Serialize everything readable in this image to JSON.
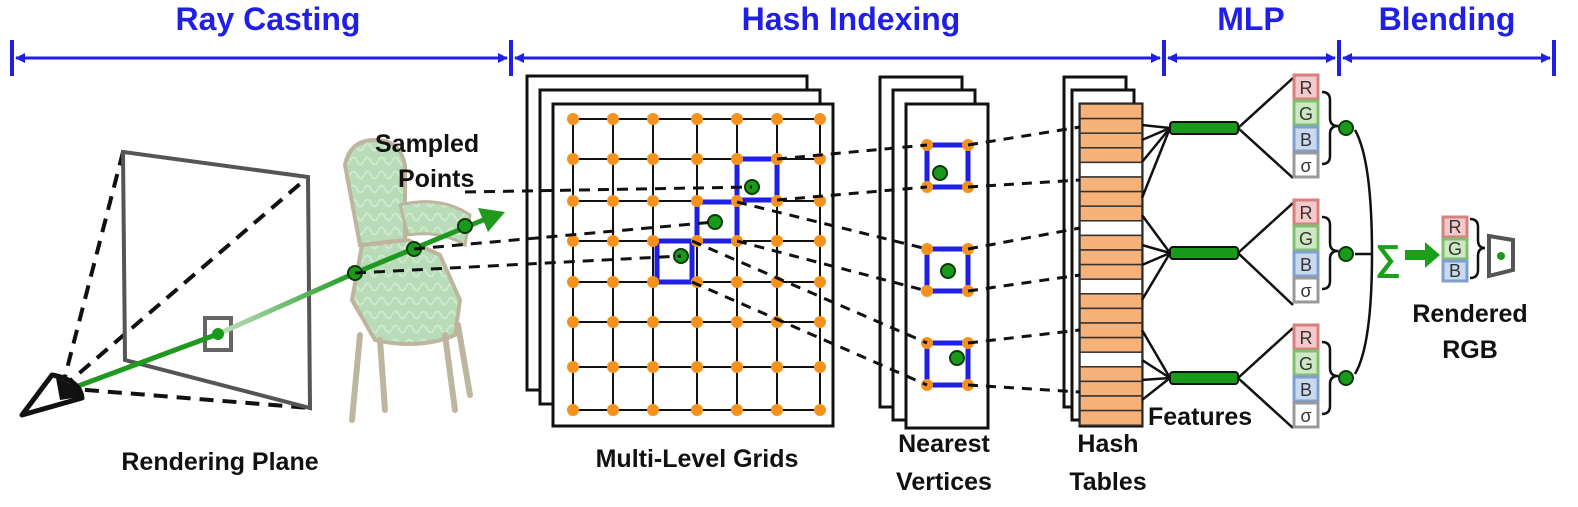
{
  "stages": [
    {
      "label": "Ray Casting"
    },
    {
      "label": "Hash Indexing"
    },
    {
      "label": "MLP"
    },
    {
      "label": "Blending"
    }
  ],
  "labels": {
    "rendering_plane": "Rendering Plane",
    "sampled_points_line1": "Sampled",
    "sampled_points_line2": "Points",
    "multi_level_grids": "Multi-Level Grids",
    "nearest_vertices_line1": "Nearest",
    "nearest_vertices_line2": "Vertices",
    "hash_tables_line1": "Hash",
    "hash_tables_line2": "Tables",
    "features": "Features",
    "rendered_line1": "Rendered",
    "rendered_line2": "RGB"
  },
  "channels": [
    "R",
    "G",
    "B",
    "σ"
  ],
  "sum_symbol": "∑",
  "colors": {
    "stage_blue": "#1f1fe6",
    "grid_vertex_orange": "#f5921e",
    "point_green": "#1a9a1a",
    "ray_green": "#1f9a1f",
    "hash_entry_orange": "#f7b27a",
    "channel_r": "#f4c9c9",
    "channel_g": "#cfe8c4",
    "channel_b": "#c9d9f0"
  }
}
